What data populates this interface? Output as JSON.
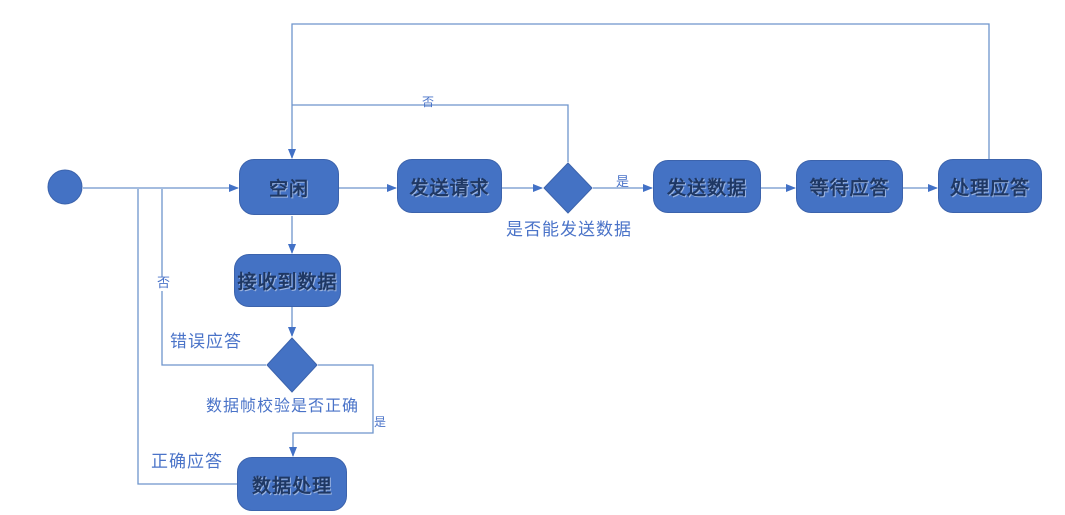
{
  "diagram": {
    "kind": "state-flowchart",
    "language": "zh-CN",
    "nodes": {
      "start": {
        "type": "initial-state",
        "label": ""
      },
      "idle": {
        "type": "state",
        "label": "空闲"
      },
      "send_request": {
        "type": "state",
        "label": "发送请求"
      },
      "can_send_decision": {
        "type": "decision",
        "label": "是否能发送数据"
      },
      "send_data": {
        "type": "state",
        "label": "发送数据"
      },
      "wait_reply": {
        "type": "state",
        "label": "等待应答"
      },
      "process_reply": {
        "type": "state",
        "label": "处理应答"
      },
      "data_received": {
        "type": "state",
        "label": "接收到数据"
      },
      "frame_check_decision": {
        "type": "decision",
        "label": "数据帧校验是否正确"
      },
      "data_process": {
        "type": "state",
        "label": "数据处理"
      }
    },
    "edge_labels": {
      "can_send_yes": "是",
      "can_send_no": "否",
      "frame_check_yes": "是",
      "frame_check_no": "否",
      "error_reply": "错误应答",
      "correct_reply": "正确应答"
    },
    "edges": [
      {
        "from": "start",
        "to": "idle",
        "label": ""
      },
      {
        "from": "idle",
        "to": "send_request",
        "label": ""
      },
      {
        "from": "send_request",
        "to": "can_send_decision",
        "label": ""
      },
      {
        "from": "can_send_decision",
        "to": "send_data",
        "label": "是"
      },
      {
        "from": "send_data",
        "to": "wait_reply",
        "label": ""
      },
      {
        "from": "wait_reply",
        "to": "process_reply",
        "label": ""
      },
      {
        "from": "process_reply",
        "to": "idle",
        "label": ""
      },
      {
        "from": "can_send_decision",
        "to": "idle",
        "label": "否"
      },
      {
        "from": "idle",
        "to": "data_received",
        "label": ""
      },
      {
        "from": "data_received",
        "to": "frame_check_decision",
        "label": ""
      },
      {
        "from": "frame_check_decision",
        "to": "data_process",
        "label": "是"
      },
      {
        "from": "frame_check_decision",
        "to": "idle",
        "label": "否 错误应答"
      },
      {
        "from": "data_process",
        "to": "idle",
        "label": "正确应答"
      }
    ],
    "colors": {
      "node_fill": "#4472C4",
      "node_border": "#3C63AC",
      "node_text": "#1F3864",
      "connector": "#6E95CC",
      "arrowhead": "#4271C6",
      "label_text": "#4A73C8",
      "background": "#FFFFFF"
    }
  }
}
